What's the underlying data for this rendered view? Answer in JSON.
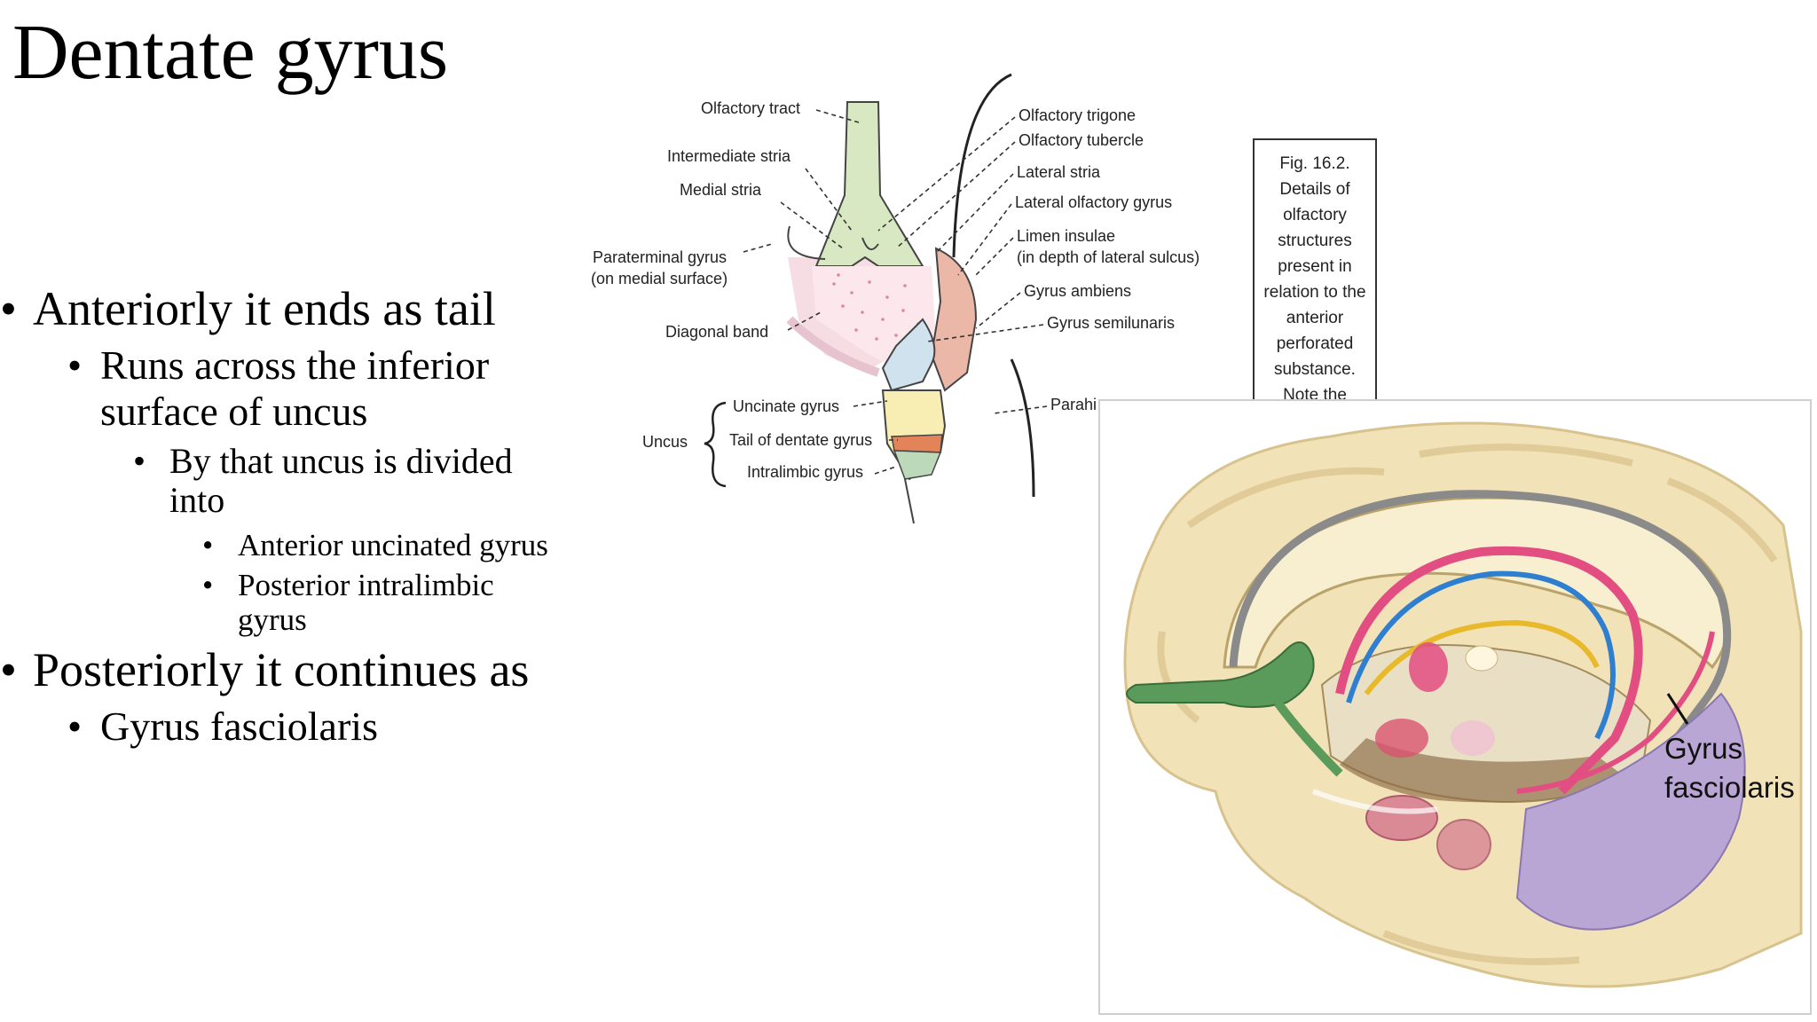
{
  "slide": {
    "title": "Dentate gyrus",
    "bullets": {
      "b1": "Anteriorly it ends as tail",
      "b1_1": "Runs across the inferior surface of uncus",
      "b1_1_1": "By that uncus is divided into",
      "b1_1_1_1": "Anterior uncinated gyrus",
      "b1_1_1_2": "Posterior intralimbic gyrus",
      "b2": "Posteriorly it continues as",
      "b2_1": "Gyrus fasciolaris"
    }
  },
  "figure_top": {
    "labels": {
      "olfactory_tract": "Olfactory tract",
      "intermediate_stria": "Intermediate stria",
      "medial_stria": "Medial stria",
      "paraterminal_gyrus": "Paraterminal gyrus",
      "paraterminal_sub": "(on medial surface)",
      "diagonal_band": "Diagonal band",
      "uncus": "Uncus",
      "uncinate_gyrus": "Uncinate gyrus",
      "tail_dentate": "Tail of dentate gyrus",
      "intralimbic_gyrus": "Intralimbic gyrus",
      "olfactory_trigone": "Olfactory trigone",
      "olfactory_tubercle": "Olfactory tubercle",
      "lateral_stria": "Lateral stria",
      "lateral_olfactory_gyrus": "Lateral olfactory gyrus",
      "limen_insulae": "Limen insulae",
      "limen_sub": "(in depth of lateral sulcus)",
      "gyrus_ambiens": "Gyrus ambiens",
      "gyrus_semilunaris": "Gyrus semilunaris",
      "parahippocampal_partial": "Parahi"
    },
    "caption": "Fig. 16.2. Details of olfactory structures present in relation to the anterior perforated substance. Note the subdivisions"
  },
  "figure_bottom": {
    "label": "Gyrus fasciolaris"
  }
}
